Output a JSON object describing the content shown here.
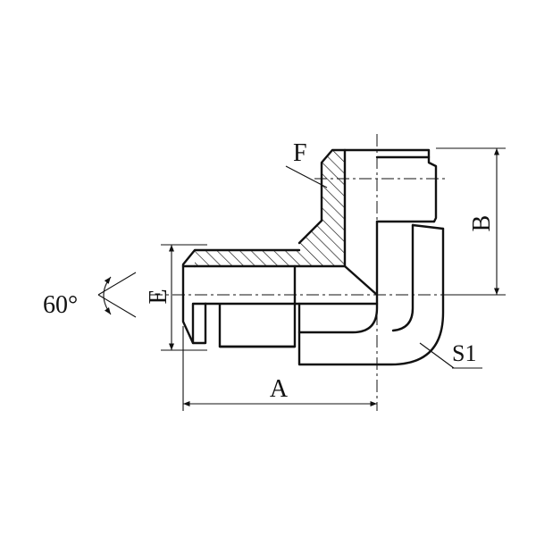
{
  "labels": {
    "angle": "60°",
    "f": "F",
    "e": "E",
    "b": "B",
    "a": "A",
    "s1": "S1"
  },
  "colors": {
    "line": "#111111",
    "background": "#ffffff"
  }
}
